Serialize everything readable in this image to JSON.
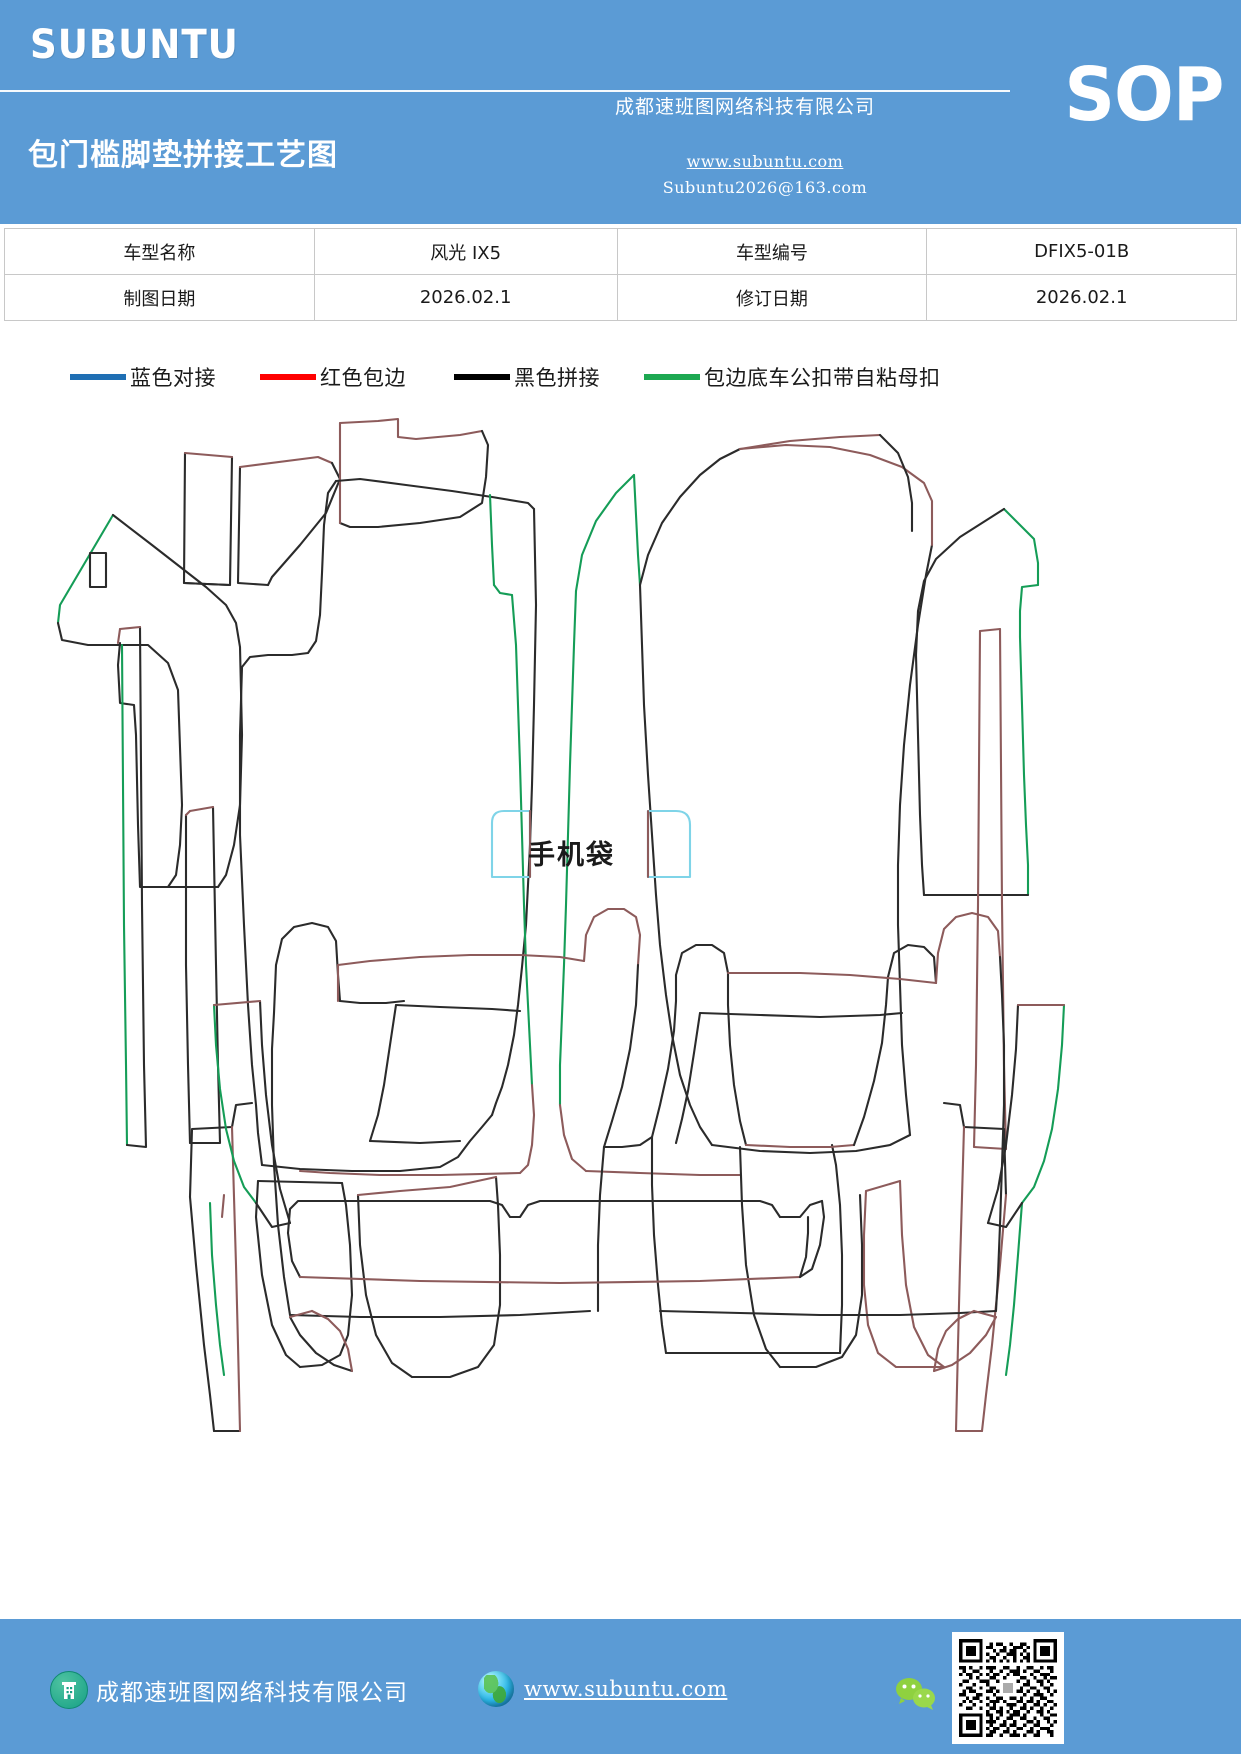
{
  "header": {
    "logo": "SUBUNTU",
    "doc_title": "包门槛脚垫拼接工艺图",
    "company": "成都速班图网络科技有限公司",
    "url": "www.subuntu.com",
    "email": "Subuntu2026@163.com",
    "sop": "SOP",
    "bg_color": "#5b9bd5"
  },
  "info_table": {
    "rows": [
      {
        "k1": "车型名称",
        "v1": "风光 IX5",
        "k2": "车型编号",
        "v2": "DFIX5-01B"
      },
      {
        "k1": "制图日期",
        "v1": "2026.02.1",
        "k2": "修订日期",
        "v2": "2026.02.1"
      }
    ]
  },
  "legend": {
    "items": [
      {
        "label": "蓝色对接",
        "color": "#1f6fb4",
        "icon": "line-swatch-blue"
      },
      {
        "label": "红色包边",
        "color": "#ff0000",
        "icon": "line-swatch-red"
      },
      {
        "label": "黑色拼接",
        "color": "#000000",
        "icon": "line-swatch-black"
      },
      {
        "label": "包边底车公扣带自粘母扣",
        "color": "#1da851",
        "icon": "line-swatch-green"
      }
    ]
  },
  "drawing": {
    "annotation_phone_pocket": "手机袋",
    "stroke_colors": {
      "seam_black": "#2b2b2b",
      "binding_red": "#8d5b5b",
      "velcro_green": "#159d57",
      "butt_blue": "#7fd4e8"
    }
  },
  "footer": {
    "company": "成都速班图网络科技有限公司",
    "url": "www.subuntu.com",
    "icons": {
      "building": "building-icon",
      "globe": "globe-icon",
      "wechat": "wechat-icon",
      "qr": "qr-code"
    },
    "bg_color": "#5b9bd5"
  }
}
